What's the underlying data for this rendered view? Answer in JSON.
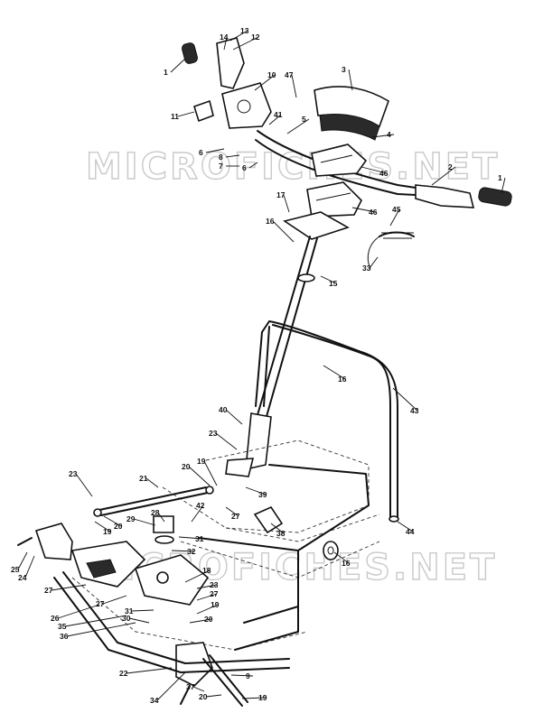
{
  "watermarks": [
    "MICROFICHES.NET",
    "MICROFICHES.NET"
  ],
  "callouts": [
    {
      "id": "c1",
      "text": "1"
    },
    {
      "id": "c2",
      "text": "13"
    },
    {
      "id": "c3",
      "text": "14"
    },
    {
      "id": "c4",
      "text": "12"
    },
    {
      "id": "c5",
      "text": "3"
    },
    {
      "id": "c6",
      "text": "47"
    },
    {
      "id": "c7",
      "text": "10"
    },
    {
      "id": "c8",
      "text": "11"
    },
    {
      "id": "c9",
      "text": "41"
    },
    {
      "id": "c10",
      "text": "5"
    },
    {
      "id": "c11",
      "text": "4"
    },
    {
      "id": "c12",
      "text": "6"
    },
    {
      "id": "c13",
      "text": "8"
    },
    {
      "id": "c14",
      "text": "7"
    },
    {
      "id": "c15",
      "text": "6"
    },
    {
      "id": "c16",
      "text": "46"
    },
    {
      "id": "c17",
      "text": "2"
    },
    {
      "id": "c18",
      "text": "1"
    },
    {
      "id": "c19",
      "text": "17"
    },
    {
      "id": "c20",
      "text": "46"
    },
    {
      "id": "c21",
      "text": "45"
    },
    {
      "id": "c22",
      "text": "16"
    },
    {
      "id": "c23",
      "text": "33"
    },
    {
      "id": "c24",
      "text": "15"
    },
    {
      "id": "c25",
      "text": "16"
    },
    {
      "id": "c26",
      "text": "43"
    },
    {
      "id": "c27",
      "text": "40"
    },
    {
      "id": "c28",
      "text": "23"
    },
    {
      "id": "c29",
      "text": "23"
    },
    {
      "id": "c30",
      "text": "21"
    },
    {
      "id": "c31",
      "text": "20"
    },
    {
      "id": "c32",
      "text": "19"
    },
    {
      "id": "c33",
      "text": "39"
    },
    {
      "id": "c34",
      "text": "27"
    },
    {
      "id": "c35",
      "text": "42"
    },
    {
      "id": "c36",
      "text": "20"
    },
    {
      "id": "c37",
      "text": "19"
    },
    {
      "id": "c38",
      "text": "28"
    },
    {
      "id": "c39",
      "text": "29"
    },
    {
      "id": "c40",
      "text": "31"
    },
    {
      "id": "c41",
      "text": "32"
    },
    {
      "id": "c42",
      "text": "38"
    },
    {
      "id": "c43",
      "text": "44"
    },
    {
      "id": "c44",
      "text": "16"
    },
    {
      "id": "c45",
      "text": "25"
    },
    {
      "id": "c46",
      "text": "24"
    },
    {
      "id": "c47",
      "text": "18"
    },
    {
      "id": "c48",
      "text": "27"
    },
    {
      "id": "c49",
      "text": "27"
    },
    {
      "id": "c50",
      "text": "23"
    },
    {
      "id": "c51",
      "text": "27"
    },
    {
      "id": "c52",
      "text": "31"
    },
    {
      "id": "c53",
      "text": "19"
    },
    {
      "id": "c54",
      "text": "26"
    },
    {
      "id": "c55",
      "text": "35"
    },
    {
      "id": "c56",
      "text": "30"
    },
    {
      "id": "c57",
      "text": "20"
    },
    {
      "id": "c58",
      "text": "36"
    },
    {
      "id": "c59",
      "text": "22"
    },
    {
      "id": "c60",
      "text": "9"
    },
    {
      "id": "c61",
      "text": "34"
    },
    {
      "id": "c62",
      "text": "37"
    },
    {
      "id": "c63",
      "text": "20"
    },
    {
      "id": "c64",
      "text": "19"
    }
  ]
}
